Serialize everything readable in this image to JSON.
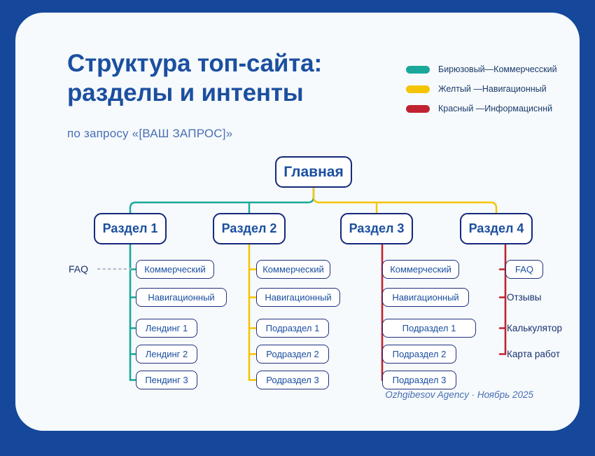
{
  "theme": {
    "frame_color": "#15489B",
    "card_color": "#F6FAFC",
    "title_color": "#1B4FA0",
    "teal": "#1AA89A",
    "yellow": "#F5C400",
    "red": "#C0232F",
    "node_border": "#15297B"
  },
  "header": {
    "title_line1": "Структура топ-сайта:",
    "title_line2": "разделы и интенты",
    "subtitle": "по запросу  «[ВАШ ЗАПРОС]»"
  },
  "legend": {
    "items": [
      {
        "color": "#1AA89A",
        "label": "Бирюзовый—Коммерчесский",
        "swatch_name": "legend-swatch-teal"
      },
      {
        "color": "#F5C400",
        "label": "Желтый —Навигационный",
        "swatch_name": "legend-swatch-yellow"
      },
      {
        "color": "#C0232F",
        "label": "Красный —Информацисннй",
        "swatch_name": "legend-swatch-red"
      }
    ]
  },
  "diagram": {
    "root": {
      "label": "Главная"
    },
    "side_label": "FAQ",
    "columns": [
      {
        "section": "Раздел 1",
        "spine_color": "#1AA89A",
        "leaves": [
          {
            "label": "Коммерческий",
            "boxed": true
          },
          {
            "label": "Навигационный",
            "boxed": true
          },
          {
            "label": "Лендинг 1",
            "boxed": true
          },
          {
            "label": "Лендинг 2",
            "boxed": true
          },
          {
            "label": "Пендинг 3",
            "boxed": true
          }
        ]
      },
      {
        "section": "Раздел 2",
        "spine_color": "#F5C400",
        "leaves": [
          {
            "label": "Коммерческий",
            "boxed": true
          },
          {
            "label": "Навигационный",
            "boxed": true
          },
          {
            "label": "Подраздел 1",
            "boxed": true
          },
          {
            "label": "Родраздел 2",
            "boxed": true
          },
          {
            "label": "Родраздел 3",
            "boxed": true
          }
        ]
      },
      {
        "section": "Раздел 3",
        "spine_color": "#C0232F",
        "leaves": [
          {
            "label": "Коммерческий",
            "boxed": true
          },
          {
            "label": "Навигационный",
            "boxed": true
          },
          {
            "label": "Подраздел 1",
            "boxed": true
          },
          {
            "label": "Подраздел 2",
            "boxed": true
          },
          {
            "label": "Подраздел 3",
            "boxed": true
          }
        ]
      },
      {
        "section": "Раздел 4",
        "spine_color": "#C0232F",
        "leaves": [
          {
            "label": "FAQ",
            "boxed": true
          },
          {
            "label": "Отзывы",
            "boxed": false
          },
          {
            "label": "Калькулятор",
            "boxed": false
          },
          {
            "label": "Карта работ",
            "boxed": false
          }
        ]
      }
    ]
  },
  "footer": {
    "text": "Ozhgibesov Agency · Ноябрь 2025"
  }
}
